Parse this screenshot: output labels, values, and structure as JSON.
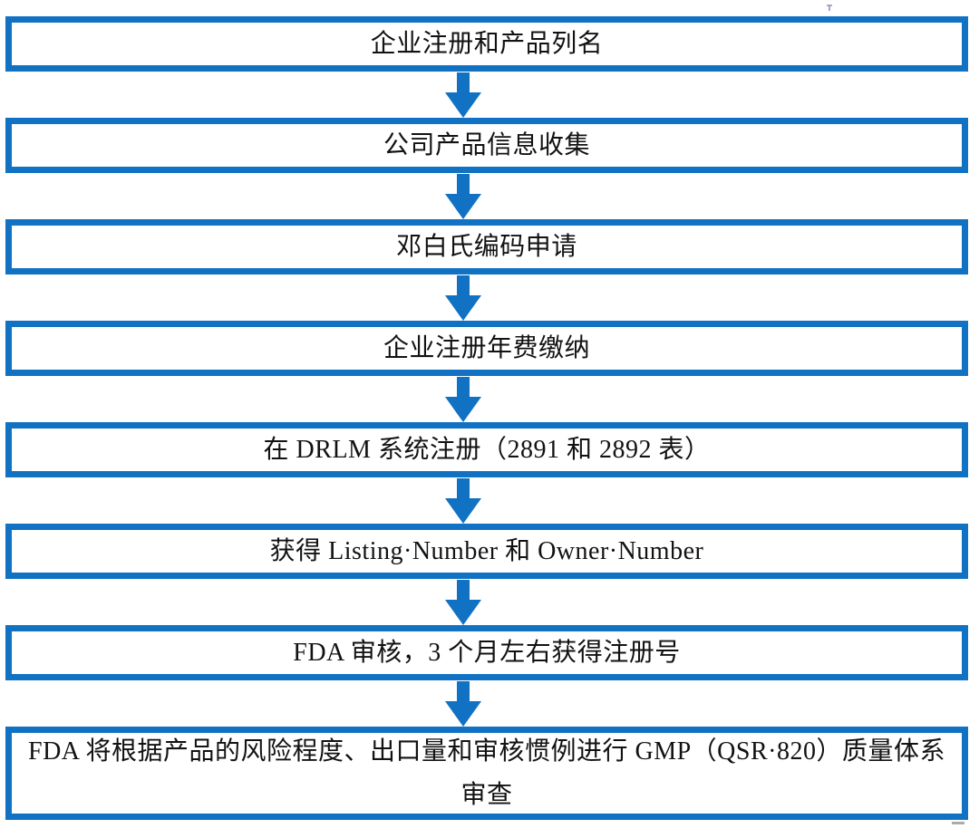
{
  "diagram": {
    "accent_color": "#1172C4",
    "text_color": "#121212",
    "steps": [
      {
        "label": "企业注册和产品列名"
      },
      {
        "label": "公司产品信息收集"
      },
      {
        "label": "邓白氏编码申请"
      },
      {
        "label": "企业注册年费缴纳"
      },
      {
        "label": "在 DRLM 系统注册（2891 和 2892 表）"
      },
      {
        "label": "获得 Listing·Number 和 Owner·Number"
      },
      {
        "label": "FDA 审核，3 个月左右获得注册号"
      },
      {
        "label": "FDA 将根据产品的风险程度、出口量和审核惯例进行 GMP（QSR·820）质量体系审查"
      }
    ]
  }
}
